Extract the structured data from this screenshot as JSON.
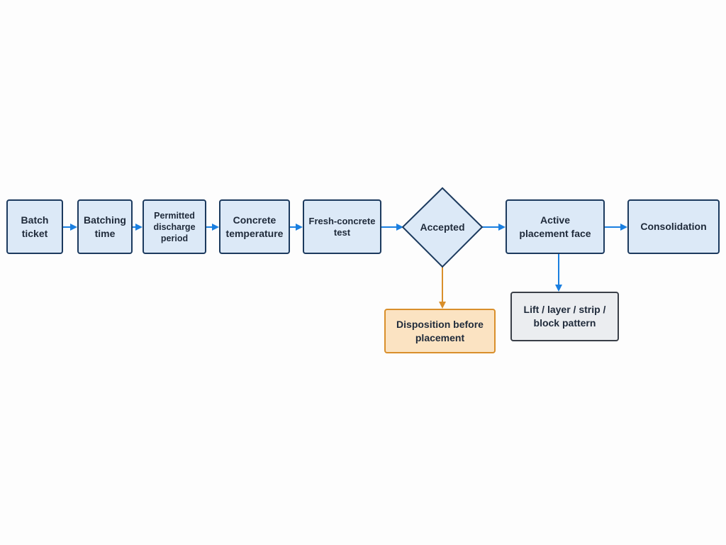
{
  "diagram": {
    "nodes": {
      "batch_ticket": {
        "line1": "Batch",
        "line2": "ticket"
      },
      "batching_time": {
        "line1": "Batching",
        "line2": "time"
      },
      "permitted_discharge_period": {
        "line1": "Permitted",
        "line2": "discharge",
        "line3": "period"
      },
      "concrete_temperature": {
        "line1": "Concrete",
        "line2": "temperature"
      },
      "fresh_concrete_test": {
        "line1": "Fresh-concrete",
        "line2": "test"
      },
      "accepted": {
        "label": "Accepted"
      },
      "active_placement_face": {
        "line1": "Active",
        "line2": "placement face"
      },
      "consolidation": {
        "label": "Consolidation"
      },
      "disposition_before_placement": {
        "line1": "Disposition before",
        "line2": "placement"
      },
      "lift_layer_strip_block_pattern": {
        "line1": "Lift / layer / strip /",
        "line2": "block pattern"
      }
    },
    "colors": {
      "connector_blue": "#1a7fe0",
      "connector_orange": "#d98f2b",
      "node_fill_blue": "#dce9f7",
      "node_border_navy": "#1c3a5e",
      "exception_fill": "#fbe3c2",
      "detail_fill": "#ebedf0"
    }
  }
}
